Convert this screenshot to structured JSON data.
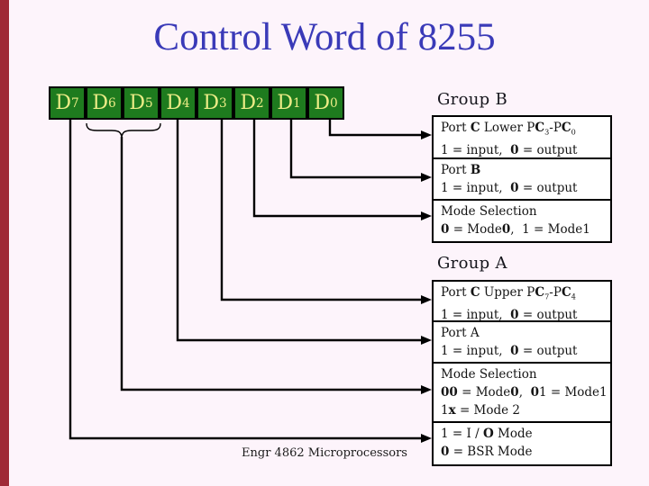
{
  "title": "Control Word of 8255",
  "footer": "Engr 4862 Microprocessors",
  "colors": {
    "accent_red": "#9F2936",
    "title_blue": "#3A3AB8",
    "bit_green": "#1E7B1E",
    "bit_yellow": "#ECEC86",
    "bg": "#FDF4FB"
  },
  "register": {
    "bits": [
      {
        "name": "D7",
        "label": [
          {
            "t": "D"
          },
          {
            "t": "7",
            "sub": true
          }
        ]
      },
      {
        "name": "D6",
        "label": [
          {
            "t": "D"
          },
          {
            "t": "6",
            "sub": true
          }
        ]
      },
      {
        "name": "D5",
        "label": [
          {
            "t": "D"
          },
          {
            "t": "5",
            "sub": true
          }
        ]
      },
      {
        "name": "D4",
        "label": [
          {
            "t": "D"
          },
          {
            "t": "4",
            "sub": true
          }
        ]
      },
      {
        "name": "D3",
        "label": [
          {
            "t": "D"
          },
          {
            "t": "3",
            "sub": true
          }
        ]
      },
      {
        "name": "D2",
        "label": [
          {
            "t": "D"
          },
          {
            "t": "2",
            "sub": true
          }
        ]
      },
      {
        "name": "D1",
        "label": [
          {
            "t": "D"
          },
          {
            "t": "1",
            "sub": true
          }
        ]
      },
      {
        "name": "D0",
        "label": [
          {
            "t": "D"
          },
          {
            "t": "0",
            "sub": true
          }
        ]
      }
    ]
  },
  "group_b": {
    "label": "Group B"
  },
  "group_a": {
    "label": "Group A"
  },
  "boxes": [
    {
      "name": "port-c-lower",
      "source_bit": "D0",
      "lines": [
        [
          {
            "t": "Port "
          },
          {
            "t": "C",
            "b": true
          },
          {
            "t": " Lower P"
          },
          {
            "t": "C",
            "b": true
          },
          {
            "t": "3",
            "sub": true
          },
          {
            "t": "-P"
          },
          {
            "t": "C",
            "b": true
          },
          {
            "t": "0",
            "sub": true
          }
        ],
        [
          {
            "t": "1 = input,  "
          },
          {
            "t": "0",
            "b": true
          },
          {
            "t": " = output"
          }
        ]
      ]
    },
    {
      "name": "port-b",
      "source_bit": "D1",
      "lines": [
        [
          {
            "t": "Port "
          },
          {
            "t": "B",
            "b": true
          }
        ],
        [
          {
            "t": "1 = input,  "
          },
          {
            "t": "0",
            "b": true
          },
          {
            "t": " = output"
          }
        ]
      ]
    },
    {
      "name": "mode-selection-group-b",
      "source_bit": "D2",
      "lines": [
        [
          {
            "t": "Mode Selection"
          }
        ],
        [
          {
            "t": "0",
            "b": true
          },
          {
            "t": " = Mode"
          },
          {
            "t": "0",
            "b": true
          },
          {
            "t": ",  1 = Mode1"
          }
        ]
      ]
    },
    {
      "name": "port-c-upper",
      "source_bit": "D3",
      "lines": [
        [
          {
            "t": "Port "
          },
          {
            "t": "C",
            "b": true
          },
          {
            "t": " Upper P"
          },
          {
            "t": "C",
            "b": true
          },
          {
            "t": "7",
            "sub": true
          },
          {
            "t": "-P"
          },
          {
            "t": "C",
            "b": true
          },
          {
            "t": "4",
            "sub": true
          }
        ],
        [
          {
            "t": "1 = input,  "
          },
          {
            "t": "0",
            "b": true
          },
          {
            "t": " = output"
          }
        ]
      ]
    },
    {
      "name": "port-a",
      "source_bit": "D4",
      "lines": [
        [
          {
            "t": "Port A"
          }
        ],
        [
          {
            "t": "1 = input,  "
          },
          {
            "t": "0",
            "b": true
          },
          {
            "t": " = output"
          }
        ]
      ]
    },
    {
      "name": "mode-selection-group-a",
      "source_bit": "D6 D5",
      "lines": [
        [
          {
            "t": "Mode Selection"
          }
        ],
        [
          {
            "t": "00",
            "b": true
          },
          {
            "t": " = Mode"
          },
          {
            "t": "0",
            "b": true
          },
          {
            "t": ",  "
          },
          {
            "t": "0",
            "b": true
          },
          {
            "t": "1 = Mode1"
          }
        ],
        [
          {
            "t": "1"
          },
          {
            "t": "x",
            "b": true
          },
          {
            "t": " = Mode 2"
          }
        ]
      ]
    },
    {
      "name": "io-bsr-mode",
      "source_bit": "D7",
      "lines": [
        [
          {
            "t": "1 = I / "
          },
          {
            "t": "O",
            "b": true
          },
          {
            "t": " Mode"
          }
        ],
        [
          {
            "t": "0",
            "b": true
          },
          {
            "t": " = BSR Mode"
          }
        ]
      ]
    }
  ]
}
